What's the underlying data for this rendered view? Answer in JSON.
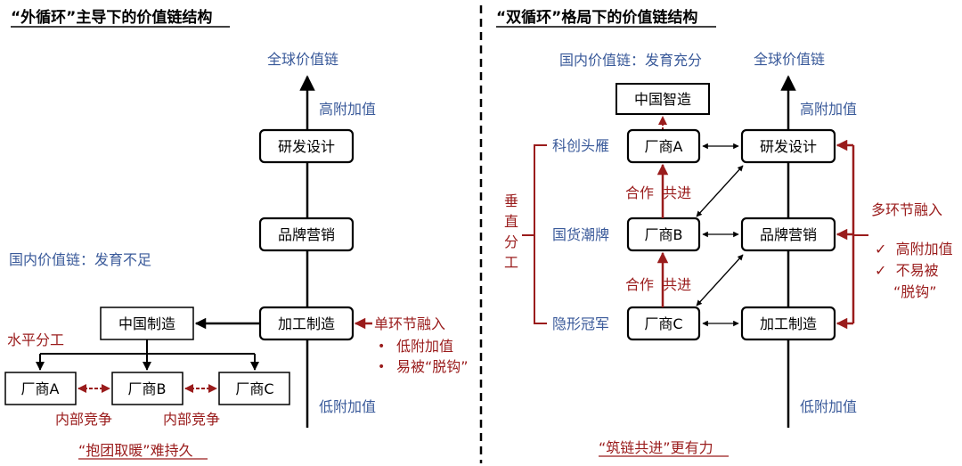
{
  "left": {
    "title": "“外循环”主导下的价值链结构",
    "global_chain": "全球价值链",
    "high_value": "高附加值",
    "low_value": "低附加值",
    "domestic_chain": "国内价值链：发育不足",
    "rd_box": "研发设计",
    "brand_box": "品牌营销",
    "mfg_box": "加工制造",
    "china_mfg_box": "中国制造",
    "horizontal_division": "水平分工",
    "vendor_a": "厂商A",
    "vendor_b": "厂商B",
    "vendor_c": "厂商C",
    "internal_competition_1": "内部竞争",
    "internal_competition_2": "内部竞争",
    "single_link": "单环节融入",
    "bullet_low_value": "低附加值",
    "bullet_decouple": "易被“脱钩”",
    "conclusion": "“抱团取暖”难持久"
  },
  "right": {
    "title": "“双循环”格局下的价值链结构",
    "domestic_chain": "国内价值链：发育充分",
    "global_chain": "全球价值链",
    "china_smart_box": "中国智造",
    "high_value": "高附加值",
    "low_value": "低附加值",
    "vertical_division": "垂直分工",
    "kechuang": "科创头雁",
    "guohuo": "国货潮牌",
    "yinxing": "隐形冠军",
    "vendor_a": "厂商A",
    "vendor_b": "厂商B",
    "vendor_c": "厂商C",
    "cooperate_1": "合作  共进",
    "cooperate_2": "合作  共进",
    "rd_box": "研发设计",
    "brand_box": "品牌营销",
    "mfg_box": "加工制造",
    "multi_link": "多环节融入",
    "check_high_value": "✓  高附加值",
    "check_not_easy": "✓  不易被",
    "decouple": "“脱钩”",
    "conclusion": "“筑链共进”更有力"
  },
  "colors": {
    "blue_text": "#3a5a9a",
    "red": "#9a1c1c",
    "black": "#000000"
  }
}
